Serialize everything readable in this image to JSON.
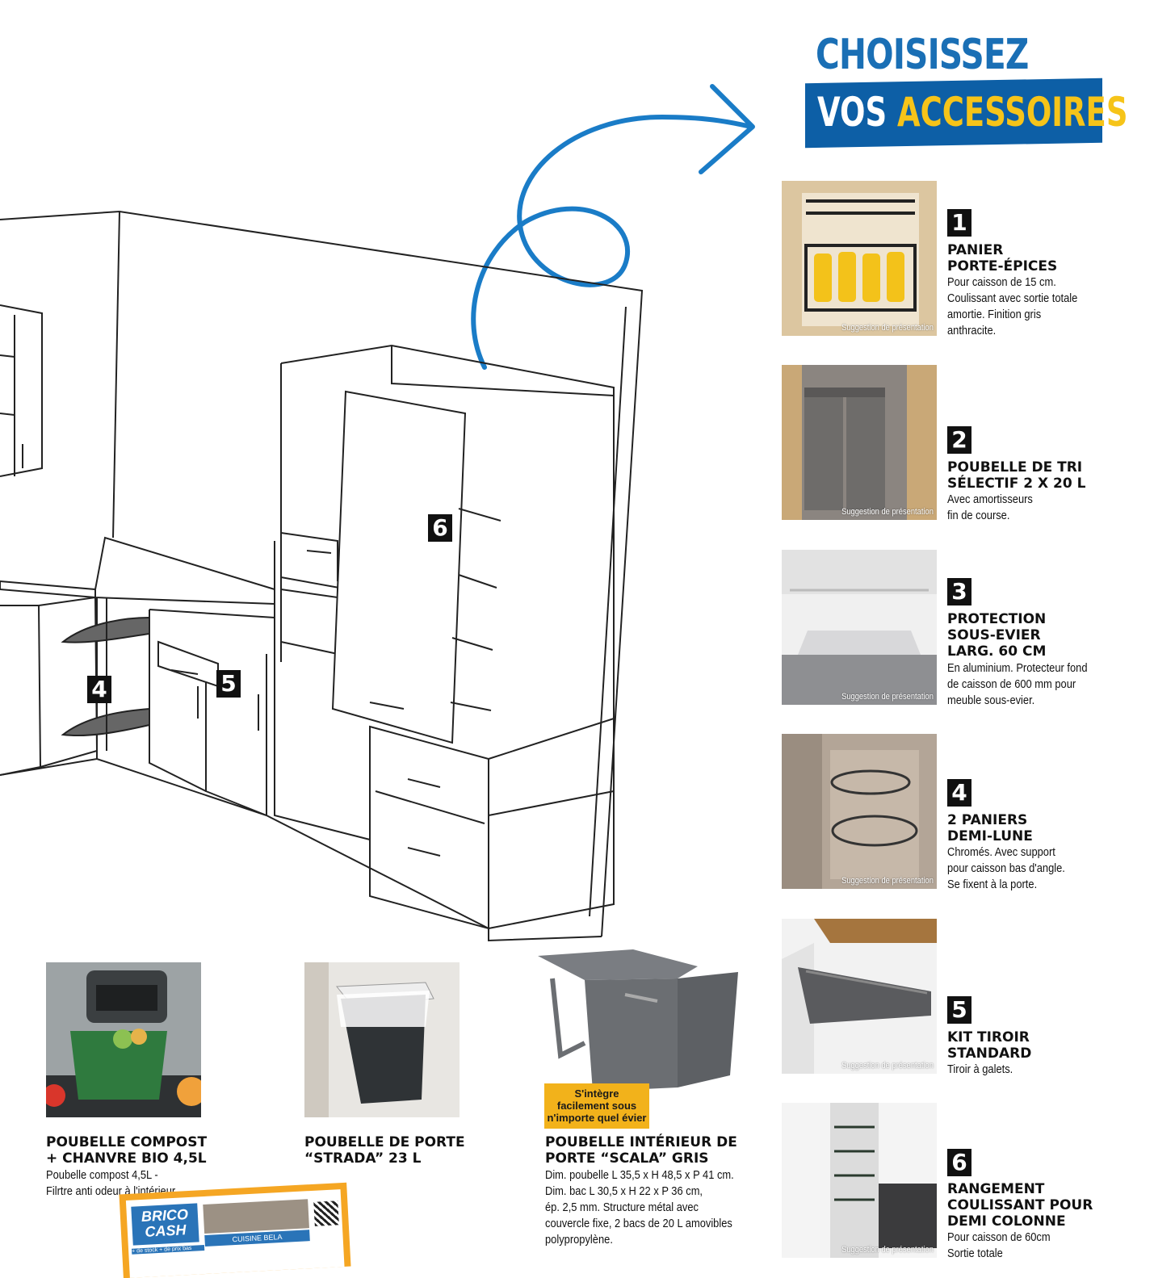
{
  "header": {
    "title_line1": "CHOISISSEZ",
    "title_line2_white": "VOS",
    "title_line2_yellow": "ACCESSOIRES"
  },
  "colors": {
    "brand_blue": "#1a6fb5",
    "banner_blue": "#0d5fa6",
    "accent_yellow": "#f6c419",
    "badge_orange": "#f2b21b"
  },
  "diagram": {
    "labels": [
      "6",
      "4",
      "5"
    ]
  },
  "accessories": [
    {
      "number": "1",
      "title_lines": [
        "PANIER",
        "PORTE-ÉPICES"
      ],
      "desc_lines": [
        "Pour caisson de 15 cm.",
        "Coulissant avec sortie totale",
        "amortie. Finition gris",
        "anthracite."
      ],
      "caption": "Suggestion de présentation"
    },
    {
      "number": "2",
      "title_lines": [
        "POUBELLE DE TRI",
        "SÉLECTIF 2 X 20 L"
      ],
      "desc_lines": [
        "Avec amortisseurs",
        "fin de course."
      ],
      "caption": "Suggestion de présentation"
    },
    {
      "number": "3",
      "title_lines": [
        "PROTECTION",
        "SOUS-EVIER",
        "LARG. 60 CM"
      ],
      "desc_lines": [
        "En aluminium. Protecteur fond",
        "de caisson de 600 mm pour",
        "meuble sous-evier."
      ],
      "caption": "Suggestion de présentation"
    },
    {
      "number": "4",
      "title_lines": [
        "2 PANIERS",
        "DEMI-LUNE"
      ],
      "desc_lines": [
        "Chromés. Avec support",
        "pour caisson bas d'angle.",
        "Se fixent à la porte."
      ],
      "caption": "Suggestion de présentation"
    },
    {
      "number": "5",
      "title_lines": [
        "KIT TIROIR",
        "STANDARD"
      ],
      "desc_lines": [
        "Tiroir à galets."
      ],
      "caption": "Suggestion de présentation"
    },
    {
      "number": "6",
      "title_lines": [
        "RANGEMENT",
        "COULISSANT POUR",
        "DEMI COLONNE"
      ],
      "desc_lines": [
        "Pour caisson de 60cm",
        "Sortie totale"
      ],
      "caption": "Suggestion de présentation"
    }
  ],
  "products": [
    {
      "title_lines": [
        "POUBELLE COMPOST",
        "+ CHANVRE BIO 4,5L"
      ],
      "desc_lines": [
        "Poubelle compost 4,5L -",
        "Filrtre anti odeur à l'intérieur"
      ]
    },
    {
      "title_lines": [
        "POUBELLE DE PORTE",
        "“STRADA” 23 L"
      ],
      "desc_lines": []
    },
    {
      "title_lines": [
        "POUBELLE INTÉRIEUR DE",
        "PORTE “SCALA” GRIS"
      ],
      "desc_lines": [
        "Dim. poubelle L 35,5 x H 48,5 x P 41 cm.",
        "Dim. bac L 30,5 x H 22 x P 36 cm,",
        "ép. 2,5 mm. Structure métal avec",
        "couvercle fixe, 2 bacs de 20 L amovibles",
        "polypropylène."
      ]
    }
  ],
  "badge": {
    "lines": [
      "S'intègre",
      "facilement sous",
      "n'importe quel évier"
    ]
  },
  "brico_card": {
    "brand_line1": "BRICO",
    "brand_line2": "CASH",
    "tagline": "+ de stock + de prix bas",
    "label": "CUISINE BELA"
  }
}
